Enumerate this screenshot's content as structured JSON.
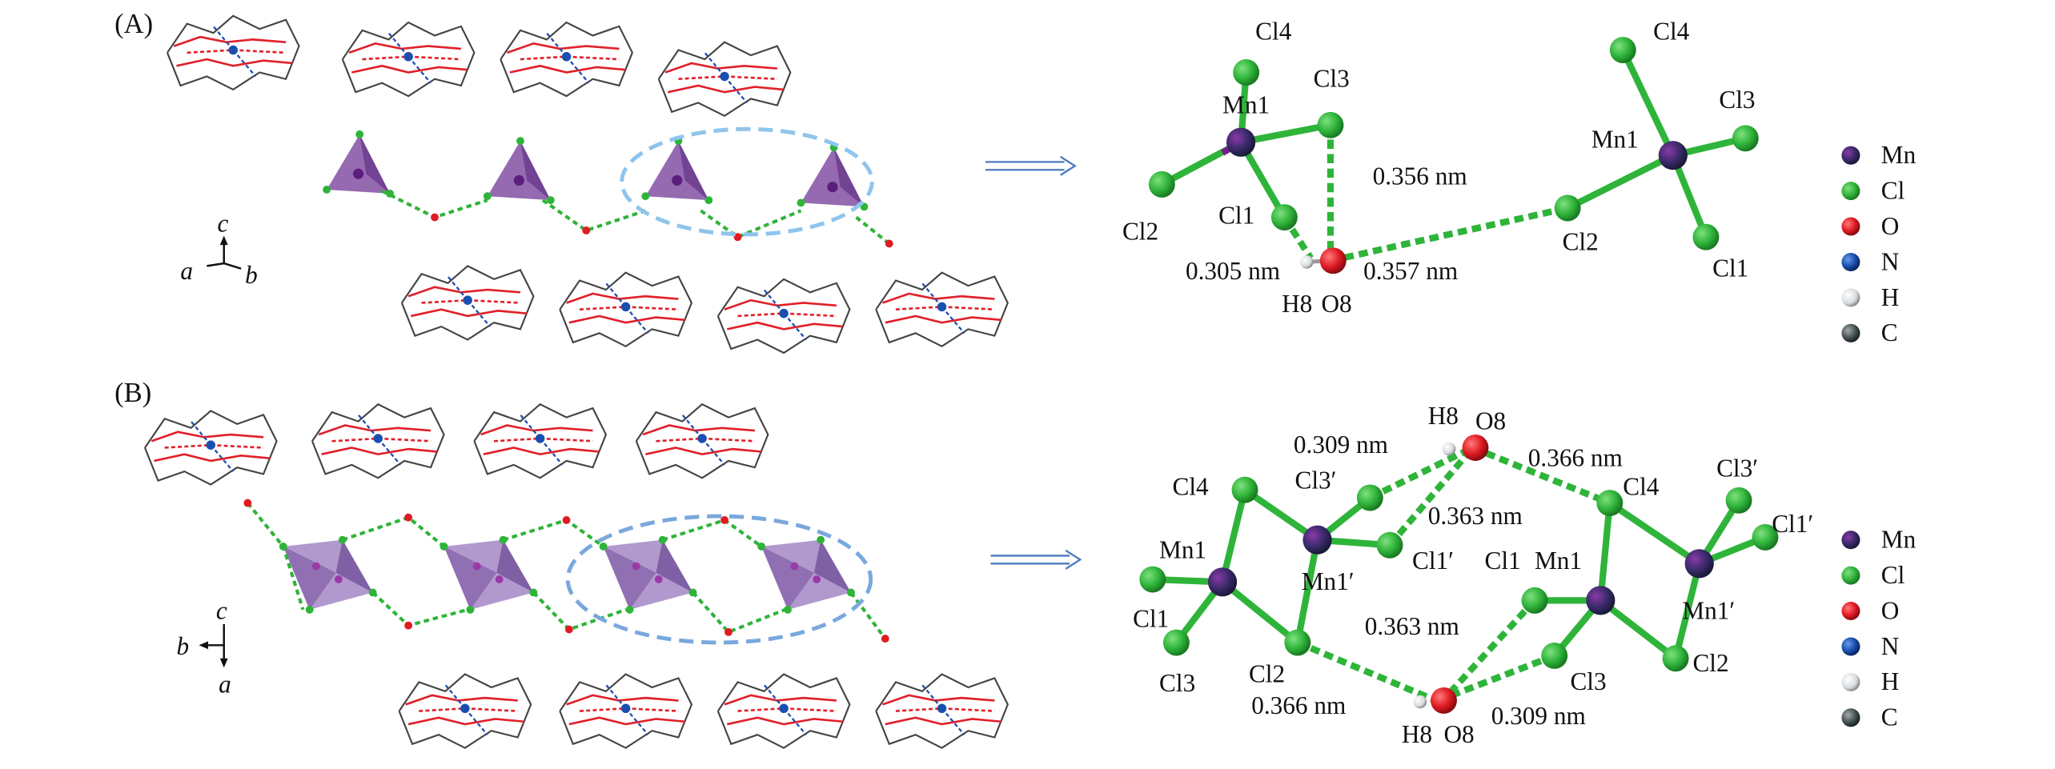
{
  "panel_a": {
    "label": "(A)",
    "axes": {
      "c": "c",
      "a": "a",
      "b": "b"
    },
    "detail": {
      "left_unit": {
        "cl4": "Cl4",
        "cl3": "Cl3",
        "mn1": "Mn1",
        "cl2": "Cl2",
        "cl1": "Cl1"
      },
      "water": {
        "h8": "H8",
        "o8": "O8"
      },
      "right_unit": {
        "cl4": "Cl4",
        "cl3": "Cl3",
        "mn1": "Mn1",
        "cl2": "Cl2",
        "cl1": "Cl1"
      },
      "distances": {
        "cl3_o8": "0.356 nm",
        "cl1_h8": "0.305 nm",
        "o8_cl2": "0.357 nm"
      }
    }
  },
  "panel_b": {
    "label": "(B)",
    "axes": {
      "c": "c",
      "b": "b",
      "a": "a"
    },
    "detail": {
      "top_water": {
        "h8": "H8",
        "o8": "O8"
      },
      "bottom_water": {
        "h8": "H8",
        "o8": "O8"
      },
      "left_dimer": {
        "cl4": "Cl4",
        "cl3p": "Cl3′",
        "mn1": "Mn1",
        "mn1p": "Mn1′",
        "cl1p": "Cl1′",
        "cl1": "Cl1",
        "cl3": "Cl3",
        "cl2": "Cl2"
      },
      "right_dimer": {
        "cl1": "Cl1",
        "mn1": "Mn1",
        "cl4": "Cl4",
        "cl3p": "Cl3′",
        "cl1p": "Cl1′",
        "mn1p": "Mn1′",
        "cl3": "Cl3",
        "cl2": "Cl2"
      },
      "distances": {
        "top_left": "0.309 nm",
        "top_right": "0.366 nm",
        "upper_mid": "0.363 nm",
        "lower_mid": "0.363 nm",
        "bottom_left": "0.366 nm",
        "bottom_right": "0.309 nm"
      }
    }
  },
  "legend": [
    {
      "symbol": "Mn",
      "color": "#5b1e7e"
    },
    {
      "symbol": "Cl",
      "color": "#2fb43a"
    },
    {
      "symbol": "O",
      "color": "#e01b24"
    },
    {
      "symbol": "N",
      "color": "#1a4fb0"
    },
    {
      "symbol": "H",
      "color": "#e8ecee"
    },
    {
      "symbol": "C",
      "color": "#4a5558"
    }
  ]
}
